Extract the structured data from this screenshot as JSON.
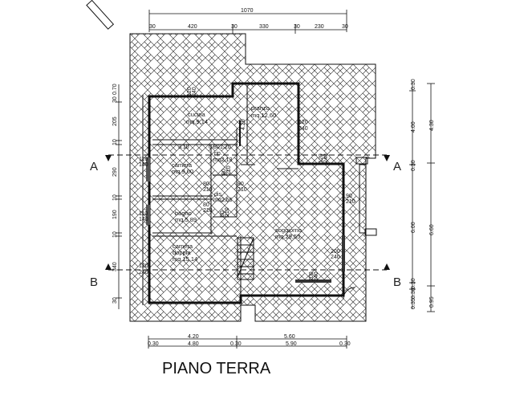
{
  "title": "PIANO TERRA",
  "section_labels": {
    "a": "A",
    "b": "B"
  },
  "rooms": [
    {
      "name": "cucina",
      "area": "mq.9,14"
    },
    {
      "name": "pranzo",
      "area": "mq.12,60"
    },
    {
      "name": "camera",
      "area": "mq.9,00"
    },
    {
      "name": "rip.",
      "area": "mq2,13"
    },
    {
      "name": "dis.",
      "area": "mq2,66"
    },
    {
      "name": "bagno",
      "area": "mq.5,89"
    },
    {
      "name": "camera",
      "area": "mq.15,14"
    },
    {
      "name": "soggiorno",
      "area": "mq.29,55"
    }
  ],
  "camera_doppia_line": "doppia",
  "openings": {
    "cucina_win": [
      "120",
      "240"
    ],
    "pranzo_win": [
      "120",
      "240"
    ],
    "pranzo_dim": "4.20",
    "sogg_top_win": [
      "120",
      "240"
    ],
    "camera_win": [
      "110",
      "140"
    ],
    "bagno_win": [
      "110",
      "140"
    ],
    "camdop_win": [
      "120",
      "240"
    ],
    "camera_door": [
      "80",
      "210"
    ],
    "bagno_door": [
      "80",
      "210"
    ],
    "dis_door": [
      "80",
      "210"
    ],
    "rip_door": [
      "80",
      "210"
    ],
    "dis_door2": [
      "80",
      "210"
    ],
    "sogg_door": [
      "90",
      "210"
    ],
    "sogg_win_right": [
      "200",
      "240"
    ],
    "sogg_win_bottom": [
      "200",
      "240"
    ],
    "inner_310": "3.10",
    "inner_080": "0.80",
    "inner_120": "1.20"
  },
  "dimensions": {
    "top_total": "1070",
    "top_parts": [
      "30",
      "420",
      "30",
      "330",
      "30",
      "230",
      "30"
    ],
    "left": [
      "30",
      "0.70",
      "205",
      "10",
      "290",
      "10",
      "190",
      "10",
      "340",
      "30"
    ],
    "right_inner": [
      "0.30",
      "4.00",
      "0.30",
      "6.00",
      "0.30",
      "0.30",
      "0.35"
    ],
    "right_outer": [
      "4.30",
      "6.60",
      "0.95"
    ],
    "bottom_upper": [
      "4.20",
      "5.60"
    ],
    "bottom_lower": [
      "0.30",
      "4.80",
      "0.30",
      "5.90",
      "0.30"
    ]
  }
}
